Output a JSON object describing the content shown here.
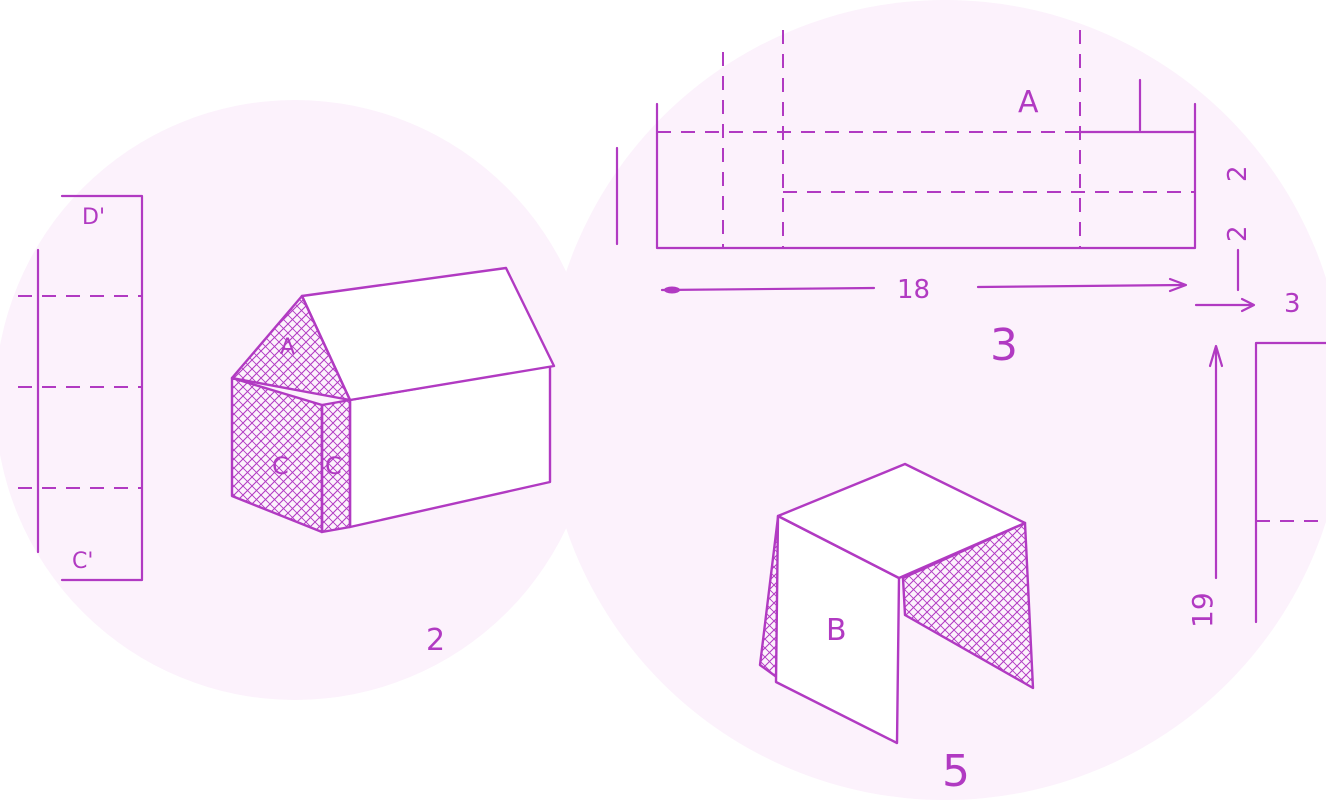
{
  "colors": {
    "ink": "#b13ac2",
    "circle_fill": "#fcf2fc",
    "paper": "#ffffff"
  },
  "panel_left": {
    "figure_number": "2",
    "strip_labels": {
      "top": "D'",
      "bottom": "C'"
    },
    "house_labels": {
      "gable": "A",
      "front_left": "C",
      "front_right": "C"
    }
  },
  "panel_right": {
    "pattern_label": "A",
    "dimensions": {
      "length": "18",
      "height_upper": "2",
      "height_lower": "2",
      "offset": "3",
      "strip_height": "19"
    },
    "pattern_figure_number": "3",
    "stool_label": "B",
    "stool_figure_number": "5"
  }
}
